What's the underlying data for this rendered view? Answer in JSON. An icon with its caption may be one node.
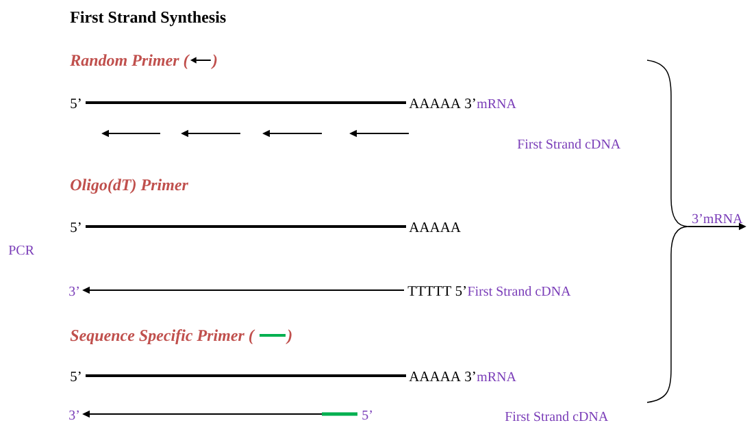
{
  "diagram": {
    "title": "First Strand Synthesis",
    "labels": [
      "Random Primer (",
      ")",
      "5’",
      "AAAAA 3’",
      "mRNA",
      "First Strand cDNA",
      "Oligo(dT) Primer",
      "5’",
      "AAAAA",
      "PCR",
      "3’",
      "TTTTT 5’",
      "First Strand cDNA",
      "Sequence Specific Primer (",
      ")",
      "5’",
      "AAAAA 3’",
      "mRNA",
      "3’",
      "5’",
      "First Strand cDNA",
      "3’mRNA"
    ]
  }
}
